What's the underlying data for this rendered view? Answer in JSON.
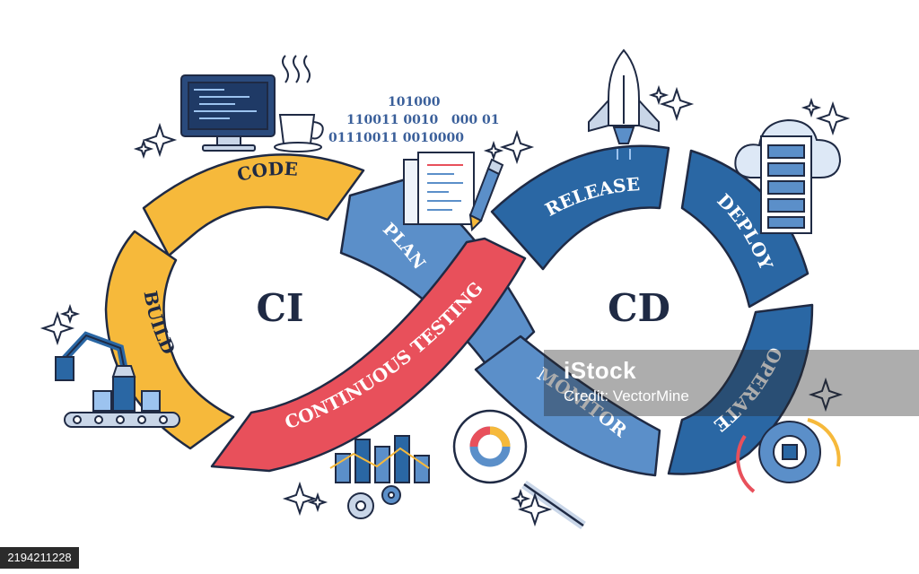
{
  "diagram": {
    "ci_label": "CI",
    "cd_label": "CD",
    "stages": {
      "code": "CODE",
      "build": "BUILD",
      "plan": "PLAN",
      "release": "RELEASE",
      "deploy": "DEPLOY",
      "operate": "OPERATE",
      "monitor": "MONITOR",
      "continuous_testing": "CONTINUOUS TESTING"
    },
    "binary_lines": [
      "101000",
      "110011 0010   000 01",
      "01110011 0010000"
    ],
    "colors": {
      "ci_yellow": "#f6b93b",
      "cd_blue": "#2a67a4",
      "light_blue": "#5b8fc9",
      "testing_red": "#e8505b",
      "outline": "#1f2a44"
    }
  },
  "watermark": {
    "logo": "iStock",
    "credit": "Credit: VectorMine"
  },
  "stock_id": "2194211228"
}
